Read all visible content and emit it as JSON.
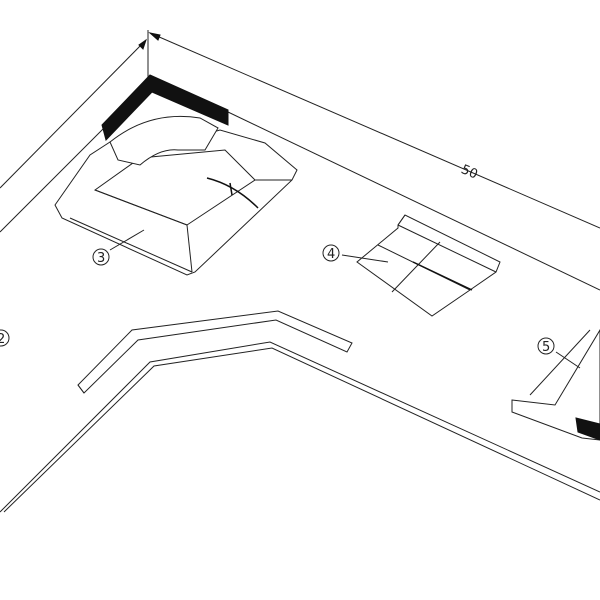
{
  "drawing": {
    "dimension_label": "50",
    "callouts": [
      "2",
      "3",
      "4",
      "5"
    ]
  }
}
